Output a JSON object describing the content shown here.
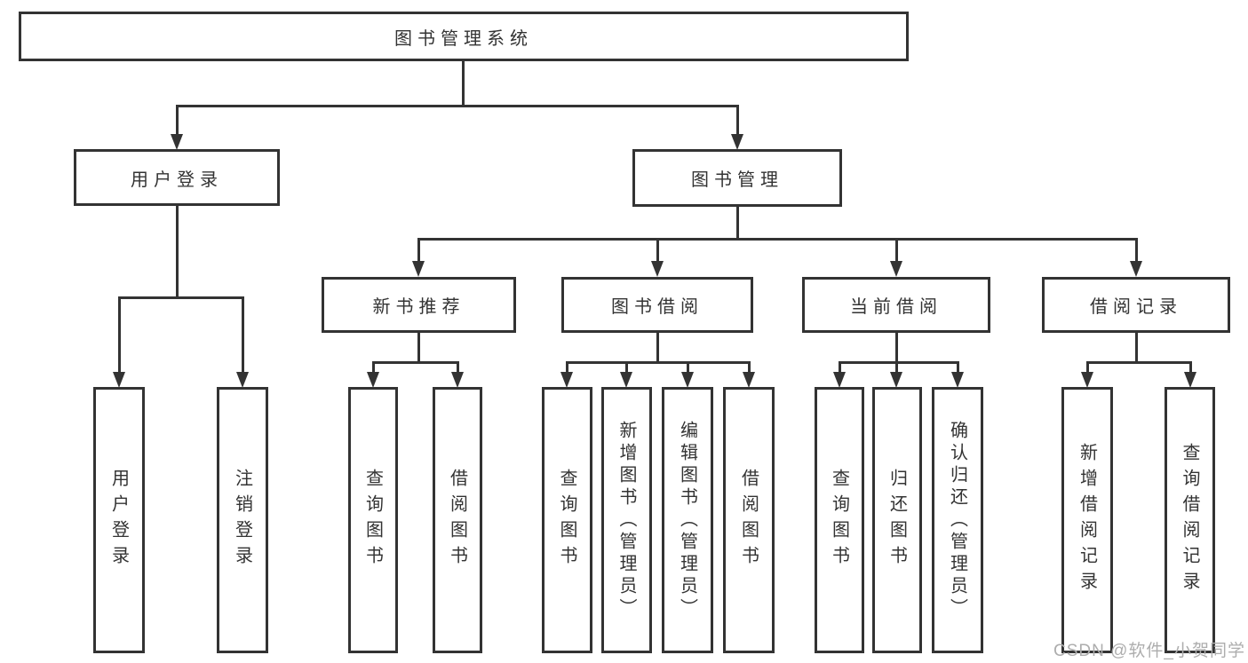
{
  "colors": {
    "line": "#333333",
    "text": "#333333",
    "box_bg": "#ffffff",
    "page_bg": "#ffffff",
    "watermark": "#adadad"
  },
  "diagram": {
    "root": {
      "label": "图书管理系统"
    },
    "branches": [
      {
        "label": "用户登录",
        "children": [
          {
            "label": "用户登录"
          },
          {
            "label": "注销登录"
          }
        ]
      },
      {
        "label": "图书管理",
        "children": [
          {
            "label": "新书推荐",
            "children": [
              {
                "label": "查询图书"
              },
              {
                "label": "借阅图书"
              }
            ]
          },
          {
            "label": "图书借阅",
            "children": [
              {
                "label": "查询图书"
              },
              {
                "label": "新增图书（管理员）"
              },
              {
                "label": "编辑图书（管理员）"
              },
              {
                "label": "借阅图书"
              }
            ]
          },
          {
            "label": "当前借阅",
            "children": [
              {
                "label": "查询图书"
              },
              {
                "label": "归还图书"
              },
              {
                "label": "确认归还（管理员）"
              }
            ]
          },
          {
            "label": "借阅记录",
            "children": [
              {
                "label": "新增借阅记录"
              },
              {
                "label": "查询借阅记录"
              }
            ]
          }
        ]
      }
    ]
  },
  "watermark": {
    "text": "CSDN @软件_小贺同学"
  }
}
